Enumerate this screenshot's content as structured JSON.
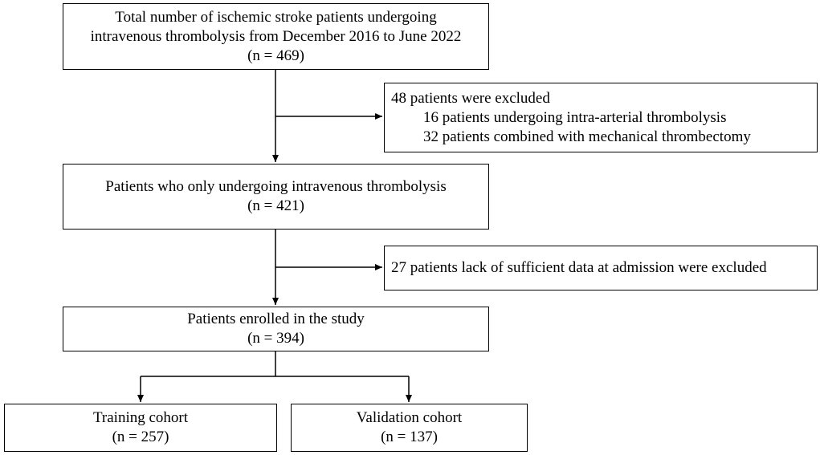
{
  "boxes": {
    "total": {
      "line1": "Total number of ischemic stroke patients undergoing",
      "line2": "intravenous thrombolysis from December 2016 to June 2022",
      "count": "(n = 469)"
    },
    "excluded_first": {
      "heading": "48 patients were excluded",
      "item1": "16 patients undergoing intra-arterial thrombolysis",
      "item2": "32 patients combined with mechanical thrombectomy"
    },
    "iv_only": {
      "line1": "Patients who only undergoing intravenous thrombolysis",
      "count": "(n = 421)"
    },
    "excluded_second": {
      "line1": "27 patients lack of sufficient data at admission were excluded"
    },
    "enrolled": {
      "line1": "Patients enrolled in the study",
      "count": "(n = 394)"
    },
    "training": {
      "line1": "Training cohort",
      "count": "(n = 257)"
    },
    "validation": {
      "line1": "Validation cohort",
      "count": "(n = 137)"
    }
  }
}
